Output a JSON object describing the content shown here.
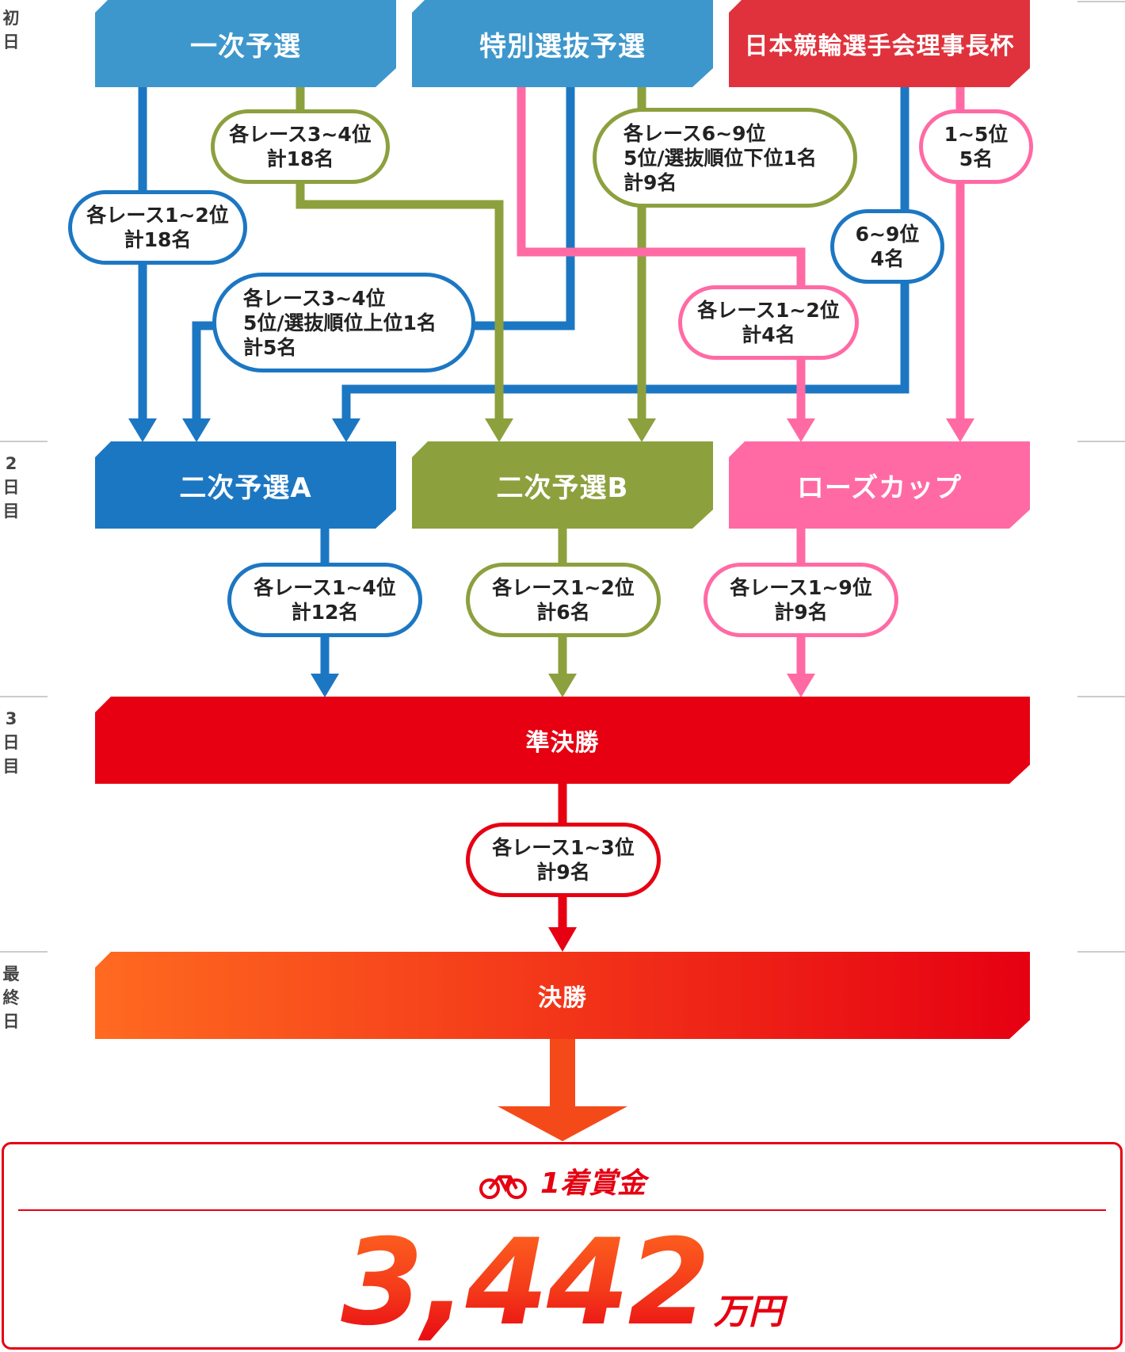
{
  "days": [
    "初\n日",
    "2\n日\n目",
    "3\n日\n目",
    "最\n終\n日"
  ],
  "nodes": {
    "ichiji": "一次予選",
    "tokubetsu": "特別選抜予選",
    "rijicho": "日本競輪選手会理事長杯",
    "nijiA": "二次予選A",
    "nijiB": "二次予選B",
    "rose": "ローズカップ",
    "junkessho": "準決勝",
    "kessho": "決勝"
  },
  "pills": {
    "p1": [
      "各レース3~4位",
      "計18名"
    ],
    "p2": [
      "各レース6~9位",
      "5位/選抜順位下位1名",
      "計9名"
    ],
    "p3": [
      "1~5位",
      "5名"
    ],
    "p4": [
      "各レース1~2位",
      "計18名"
    ],
    "p5": [
      "6~9位",
      "4名"
    ],
    "p6": [
      "各レース3~4位",
      "5位/選抜順位上位1名",
      "計5名"
    ],
    "p7": [
      "各レース1~2位",
      "計4名"
    ],
    "p8": [
      "各レース1~4位",
      "計12名"
    ],
    "p9": [
      "各レース1~2位",
      "計6名"
    ],
    "p10": [
      "各レース1~9位",
      "計9名"
    ],
    "p11": [
      "各レース1~3位",
      "計9名"
    ]
  },
  "prize": {
    "title": "1着賞金",
    "value": "3,442",
    "unit": "万円"
  },
  "colors": {
    "light_blue": "#3d97cc",
    "blue": "#1c77c3",
    "green": "#8ca03e",
    "pink": "#ff6aa4",
    "red": "#e60012",
    "orange": "#ff6a20",
    "day_line": "#cccccc"
  }
}
